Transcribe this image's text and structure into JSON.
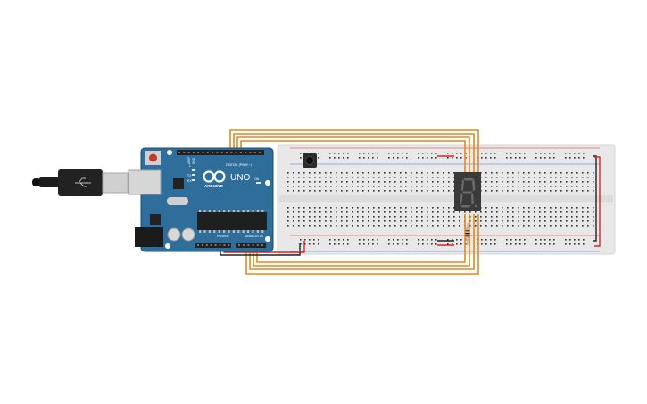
{
  "arduino": {
    "brand": "ARDUINO",
    "model": "UNO",
    "header_digital": "DIGITAL (PWM ~)",
    "header_power": "POWER",
    "header_analog": "ANALOG IN",
    "led_tx": "TX",
    "led_rx": "RX",
    "led_l": "L",
    "led_on": "ON",
    "pin_aref": "AREF",
    "pin_gnd": "GND"
  },
  "colors": {
    "board_blue": "#2f6d9a",
    "board_edge": "#1f4f73",
    "wire_orange": "#e08a1e",
    "wire_red": "#e02424",
    "wire_black": "#222222",
    "breadboard": "#e8e8e8",
    "rail_red": "#e02424",
    "rail_blue": "#3a6fd6",
    "display_body": "#3a3a3a",
    "display_segment": "#6b6b6b"
  },
  "icons": {
    "usb_cable": "usb-cable-icon",
    "arduino_logo": "infinity-logo-icon",
    "seven_segment": "seven-segment-display-icon",
    "push_button": "push-button-icon",
    "resistor": "resistor-icon"
  }
}
